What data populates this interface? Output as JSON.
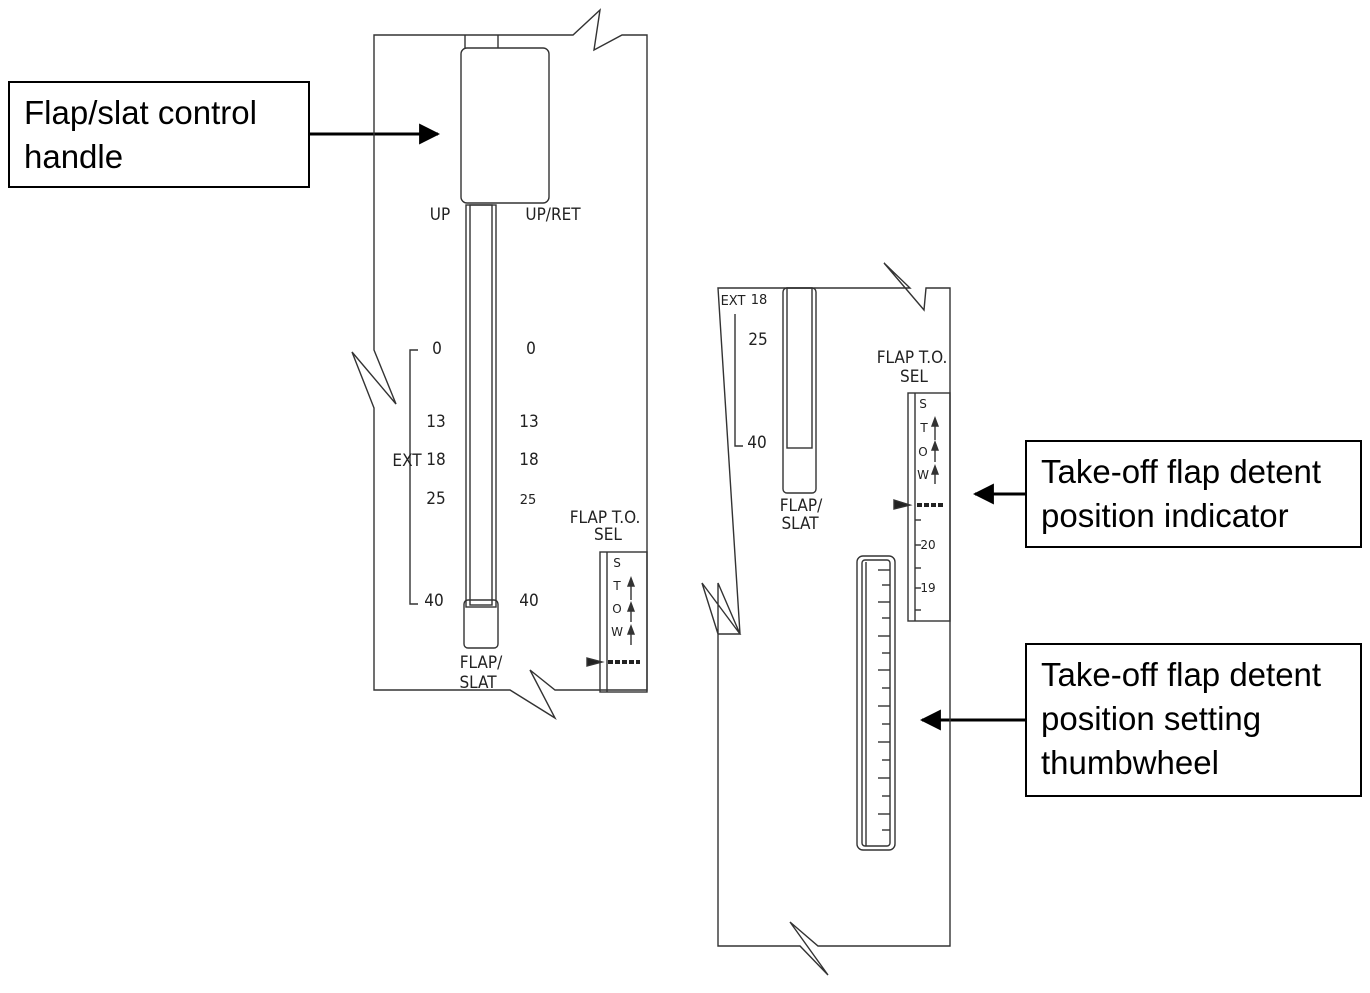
{
  "callouts": {
    "handle": "Flap/slat control\nhandle",
    "indicator": "Take-off flap detent\nposition indicator",
    "thumbwheel": "Take-off flap detent\nposition setting\nthumbwheel"
  },
  "left_panel": {
    "left_top": "UP",
    "right_top": "UP/RET",
    "left_scale": [
      "0",
      "13",
      "18",
      "25",
      "40"
    ],
    "right_scale": [
      "0",
      "13",
      "18",
      "25",
      "40"
    ],
    "ext_label": "EXT",
    "bottom": [
      "FLAP/",
      "SLAT"
    ],
    "sel_title": [
      "FLAP T.O.",
      "SEL"
    ],
    "stow": [
      "S",
      "T",
      "O",
      "W"
    ]
  },
  "right_panel": {
    "ext_label": "EXT",
    "scale": [
      "18",
      "25",
      "40"
    ],
    "bottom": [
      "FLAP/",
      "SLAT"
    ],
    "sel_title": [
      "FLAP T.O.",
      "SEL"
    ],
    "stow": [
      "S",
      "T",
      "O",
      "W"
    ],
    "indicator_scale": [
      "20",
      "19"
    ]
  }
}
